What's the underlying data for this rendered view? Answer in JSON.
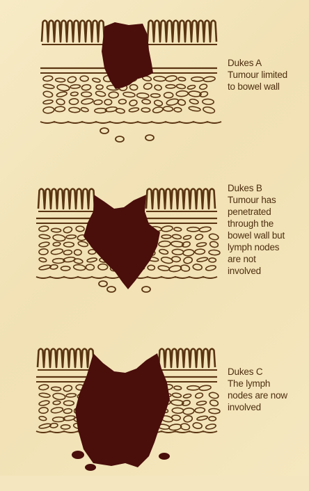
{
  "colors": {
    "paper": "#f4e6bf",
    "ink": "#5a3412",
    "tumour": "#4a0e0b",
    "label": "#4e2f10"
  },
  "stages": [
    {
      "name": "Dukes A",
      "lines": [
        "Dukes A",
        "Tumour limited",
        "to bowel wall"
      ]
    },
    {
      "name": "Dukes B",
      "lines": [
        "Dukes B",
        "Tumour has",
        "penetrated",
        "through the",
        "bowel wall but",
        "lymph nodes",
        "are not",
        "involved"
      ]
    },
    {
      "name": "Dukes C",
      "lines": [
        "Dukes C",
        "The lymph",
        "nodes are now",
        "involved"
      ]
    }
  ]
}
